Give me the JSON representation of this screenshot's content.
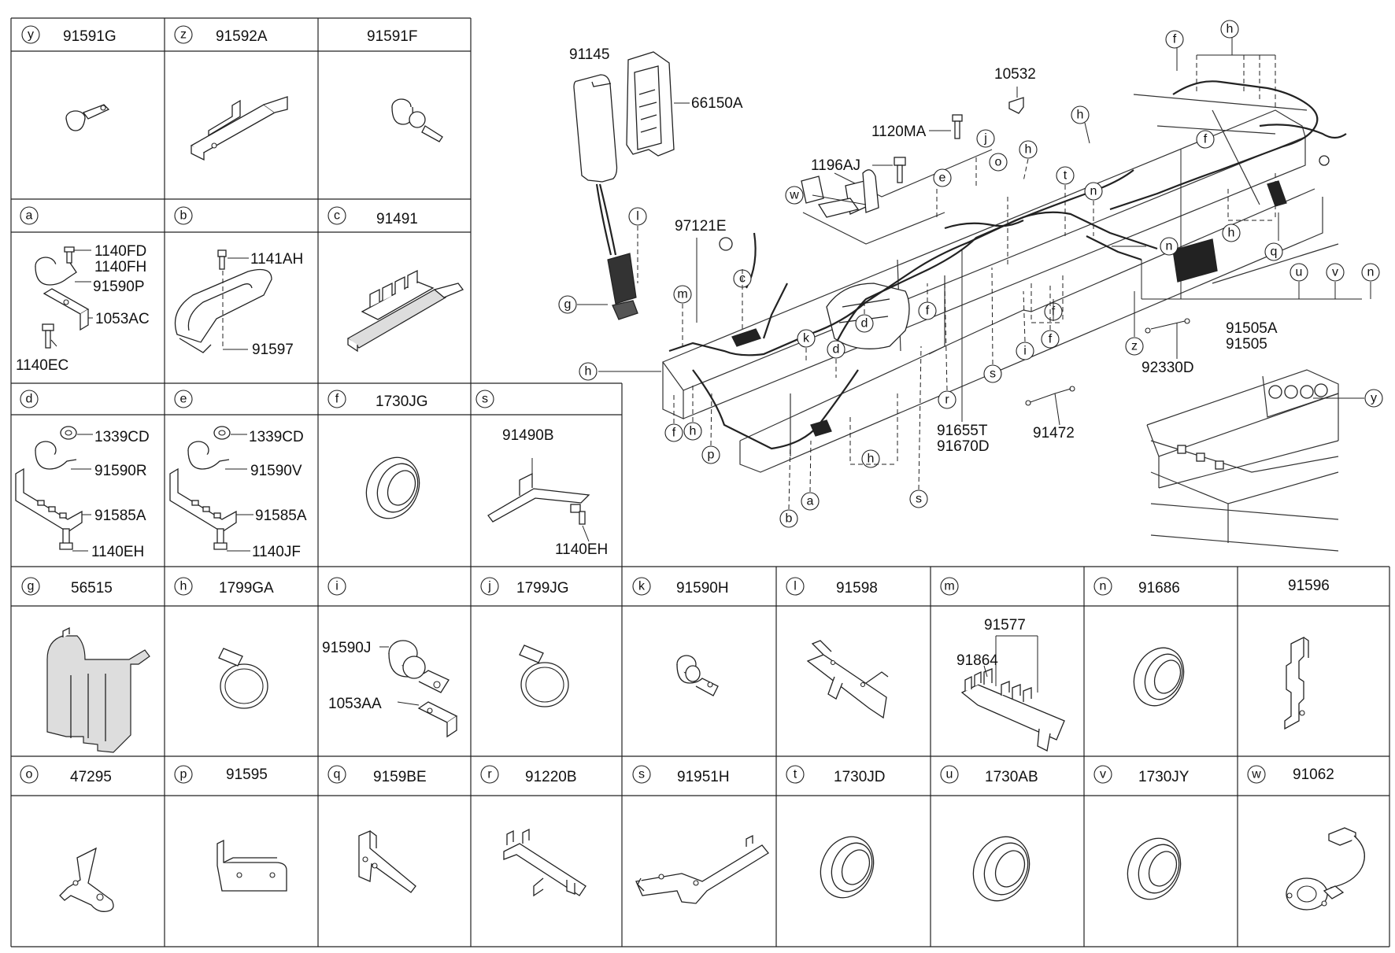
{
  "top_cells": [
    {
      "letter": "y",
      "part": "91591G"
    },
    {
      "letter": "z",
      "part": "91592A"
    },
    {
      "letter": "",
      "part": "91591F"
    },
    {
      "letter": "a",
      "part": ""
    },
    {
      "letter": "b",
      "part": ""
    },
    {
      "letter": "c",
      "part": "91491"
    },
    {
      "letter": "d",
      "part": ""
    },
    {
      "letter": "e",
      "part": ""
    },
    {
      "letter": "f",
      "part": "1730JG"
    },
    {
      "letter": "s",
      "part": ""
    }
  ],
  "cell_a": {
    "p1": "1140FD",
    "p2": "1140FH",
    "p3": "91590P",
    "p4": "1053AC",
    "p5": "1140EC"
  },
  "cell_b": {
    "p1": "1141AH",
    "p2": "91597"
  },
  "cell_d": {
    "p1": "1339CD",
    "p2": "91590R",
    "p3": "91585A",
    "p4": "1140EH"
  },
  "cell_e": {
    "p1": "1339CD",
    "p2": "91590V",
    "p3": "91585A",
    "p4": "1140JF"
  },
  "cell_s": {
    "p1": "91490B",
    "p2": "1140EH"
  },
  "row2": [
    {
      "letter": "g",
      "part": "56515"
    },
    {
      "letter": "h",
      "part": "1799GA"
    },
    {
      "letter": "i",
      "part": ""
    },
    {
      "letter": "j",
      "part": "1799JG"
    },
    {
      "letter": "k",
      "part": "91590H"
    },
    {
      "letter": "l",
      "part": "91598"
    },
    {
      "letter": "m",
      "part": ""
    },
    {
      "letter": "n",
      "part": "91686"
    },
    {
      "letter": "",
      "part": "91596"
    }
  ],
  "cell_i": {
    "p1": "91590J",
    "p2": "1053AA"
  },
  "cell_m": {
    "p1": "91577",
    "p2": "91864"
  },
  "row3": [
    {
      "letter": "o",
      "part": "47295"
    },
    {
      "letter": "p",
      "part": "91595"
    },
    {
      "letter": "q",
      "part": "9159BE"
    },
    {
      "letter": "r",
      "part": "91220B"
    },
    {
      "letter": "s",
      "part": "91951H"
    },
    {
      "letter": "t",
      "part": "1730JD"
    },
    {
      "letter": "u",
      "part": "1730AB"
    },
    {
      "letter": "v",
      "part": "1730JY"
    },
    {
      "letter": "w",
      "part": "91062"
    }
  ],
  "main": {
    "callouts": {
      "c91145": "91145",
      "c66150A": "66150A",
      "c10532": "10532",
      "c1120MA": "1120MA",
      "c1196AJ": "1196AJ",
      "c97121E": "97121E",
      "c91655T": "91655T",
      "c91670D": "91670D",
      "c91472": "91472",
      "c92330D": "92330D",
      "c91505A": "91505A",
      "c91505": "91505"
    },
    "letters": [
      "f",
      "h",
      "h",
      "o",
      "h",
      "j",
      "e",
      "w",
      "t",
      "n",
      "f",
      "h",
      "q",
      "n",
      "l",
      "c",
      "m",
      "g",
      "h",
      "k",
      "d",
      "d",
      "f",
      "i",
      "f",
      "r",
      "s",
      "f",
      "h",
      "p",
      "b",
      "a",
      "h",
      "s",
      "u",
      "v",
      "n",
      "z",
      "y",
      "f"
    ]
  }
}
